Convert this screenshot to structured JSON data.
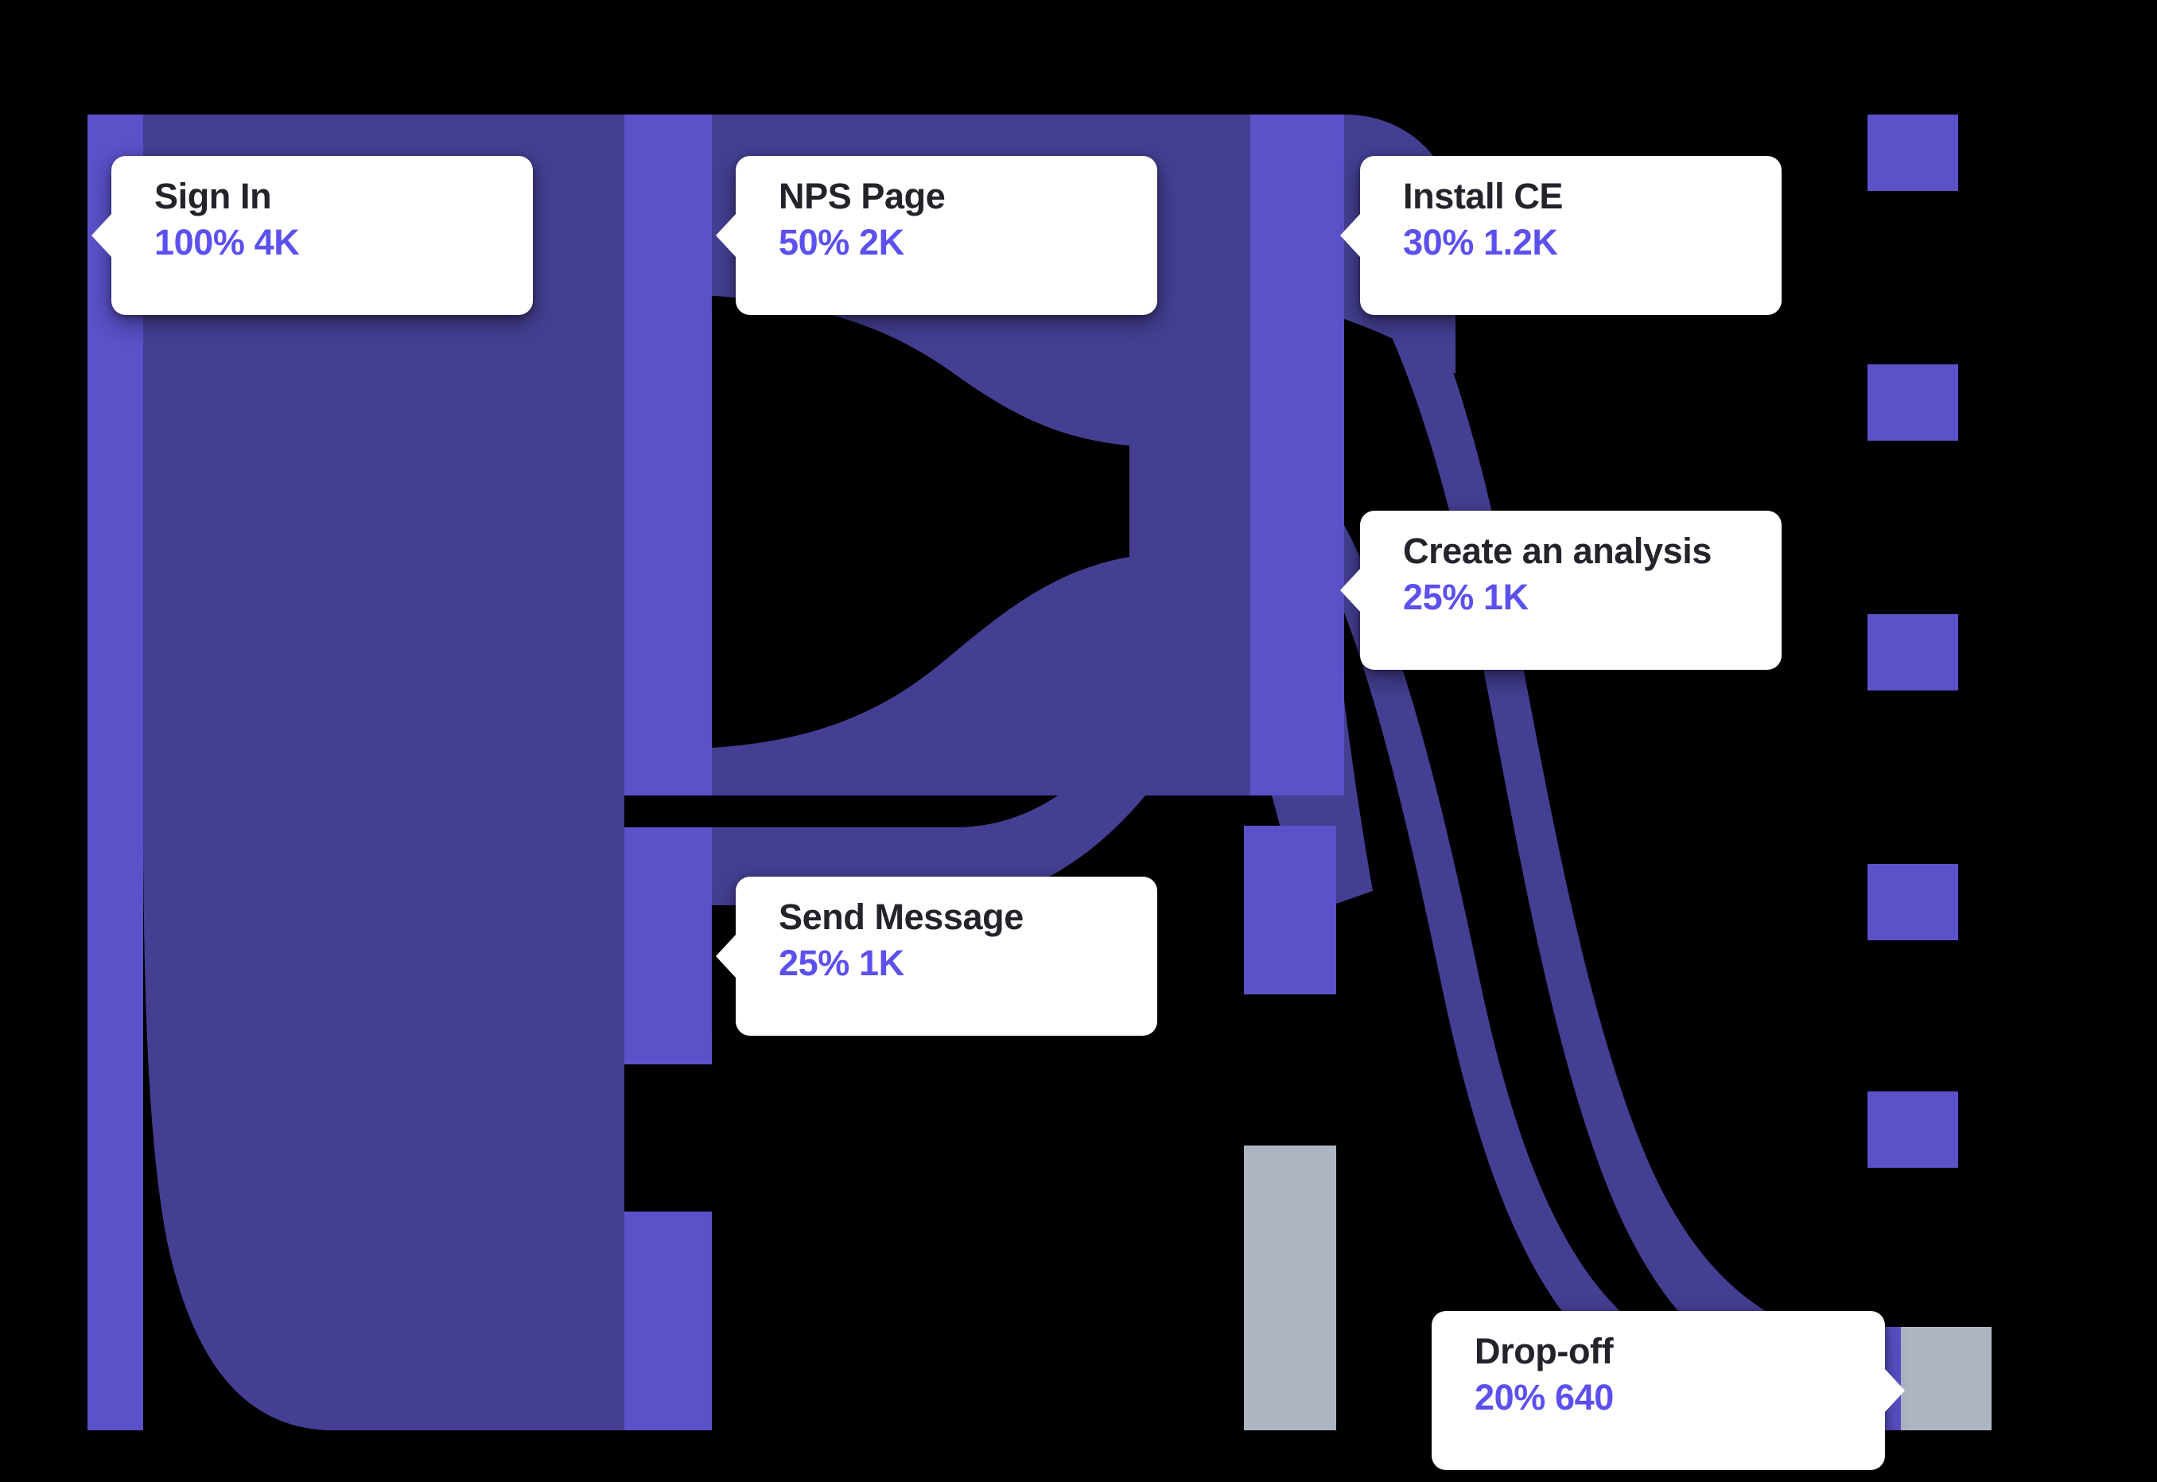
{
  "chart_data": {
    "type": "bar",
    "title": "",
    "subtitle": "",
    "xlabel": "",
    "ylabel": "",
    "categories": [
      "Sign In",
      "NPS Page",
      "Install CE",
      "Create an analysis",
      "Send Message",
      "Drop-off"
    ],
    "values": [
      4000,
      2000,
      1200,
      1000,
      1000,
      640
    ],
    "percentages": [
      100,
      50,
      30,
      25,
      25,
      20
    ],
    "value_labels": [
      "4K",
      "2K",
      "1.2K",
      "1K",
      "1K",
      "640"
    ],
    "percent_labels": [
      "100%",
      "50%",
      "30%",
      "25%",
      "25%",
      "20%"
    ],
    "ylim": [
      0,
      4000
    ],
    "grid": false,
    "legend": "none",
    "notes": "Sankey-style funnel: step bars connected by flowing ribbons; drop-off shown in grey."
  },
  "colors": {
    "background": "#000000",
    "step_bar": "#5b51c9",
    "flow_ribbon": "#443f92",
    "dropoff_bar": "#aeb5c2",
    "tooltip_bg": "#ffffff",
    "tooltip_title": "#22242a",
    "tooltip_metric": "#5c50ef"
  },
  "steps": [
    {
      "id": "sign-in",
      "label": "Sign In",
      "percent": "100%",
      "count": "4K",
      "metric": "100% 4K",
      "arrow_side": "left"
    },
    {
      "id": "nps-page",
      "label": "NPS Page",
      "percent": "50%",
      "count": "2K",
      "metric": "50% 2K",
      "arrow_side": "left"
    },
    {
      "id": "install-ce",
      "label": "Install CE",
      "percent": "30%",
      "count": "1.2K",
      "metric": "30% 1.2K",
      "arrow_side": "left"
    },
    {
      "id": "create-an-analysis",
      "label": "Create an analysis",
      "percent": "25%",
      "count": "1K",
      "metric": "25% 1K",
      "arrow_side": "left"
    },
    {
      "id": "send-message",
      "label": "Send Message",
      "percent": "25%",
      "count": "1K",
      "metric": "25% 1K",
      "arrow_side": "left"
    },
    {
      "id": "drop-off",
      "label": "Drop-off",
      "percent": "20%",
      "count": "640",
      "metric": "20% 640",
      "arrow_side": "right"
    }
  ]
}
